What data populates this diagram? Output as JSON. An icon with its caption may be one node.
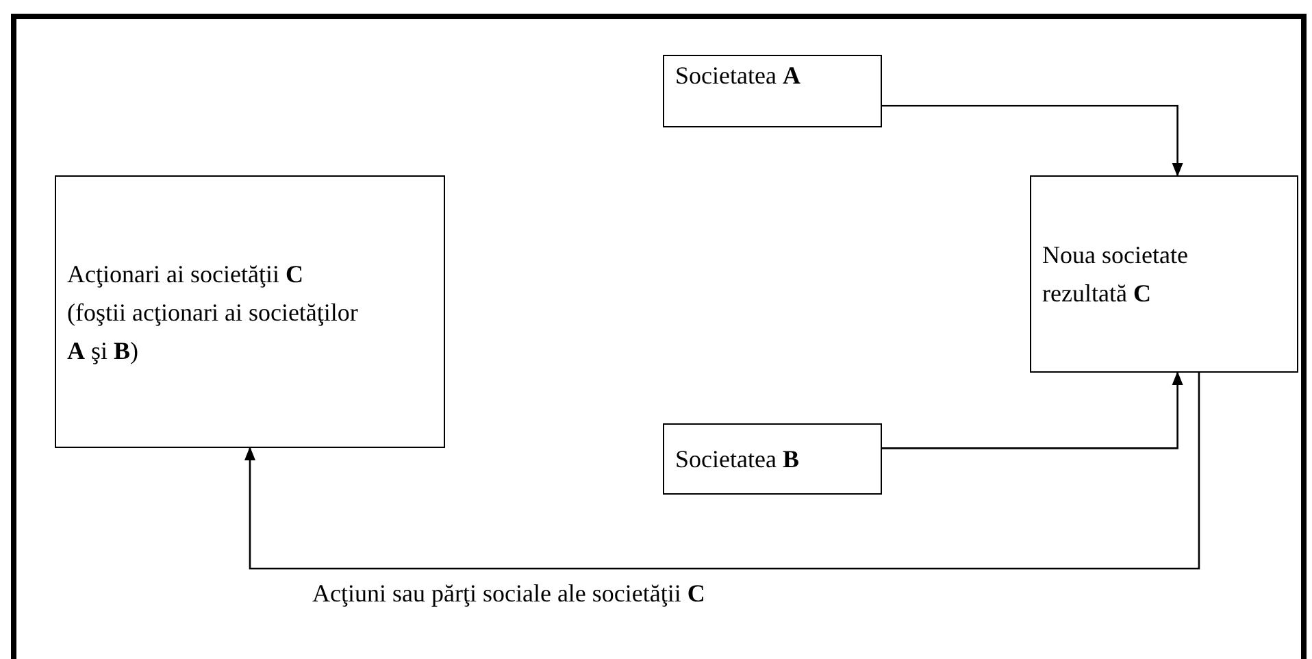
{
  "diagram": {
    "nodes": [
      {
        "text": [
          "Acţionari ai societăţii **C**",
          "(foştii acţionari ai societăţilor **A** şi **B**)"
        ]
      },
      {
        "text": [
          "Societatea **A**"
        ]
      },
      {
        "text": [
          "Noua societate rezultată **C**"
        ]
      },
      {
        "text": [
          "Societatea **B**"
        ]
      }
    ],
    "edges": [
      {
        "from": 1,
        "to": 2,
        "arrow": "to"
      },
      {
        "from": 3,
        "to": 2,
        "arrow": "to"
      },
      {
        "from": 2,
        "to": 0,
        "arrow": "to",
        "label": "Acţiuni sau părţi sociale ale societăţii **C**"
      }
    ]
  }
}
